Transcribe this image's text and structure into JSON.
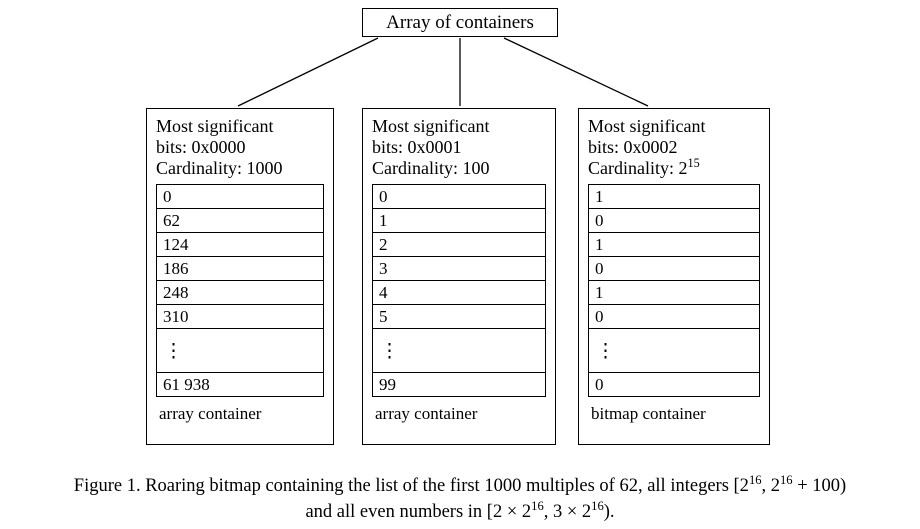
{
  "figure": {
    "root_label": "Array of containers",
    "caption_line1": "Figure 1. Roaring bitmap containing the list of the first 1000 multiples of 62, all integers [2",
    "caption_line1_sup1": "16",
    "caption_line1_mid": ", 2",
    "caption_line1_sup2": "16",
    "caption_line1_end": " + 100)",
    "caption_line2_start": "and all even numbers in [2 × 2",
    "caption_line2_sup1": "16",
    "caption_line2_mid": ", 3 × 2",
    "caption_line2_sup2": "16",
    "caption_line2_end": ")."
  },
  "containers": [
    {
      "msb_line1": "Most significant",
      "msb_line2": "bits: 0x0000",
      "cardinality_label": "Cardinality: 1000",
      "cardinality_value": "1000",
      "cardinality_sup": "",
      "cells": [
        "0",
        "62",
        "124",
        "186",
        "248",
        "310",
        "⋮",
        "61 938"
      ],
      "ellipsis_index": 6,
      "footer": "array container",
      "kind": "array"
    },
    {
      "msb_line1": "Most significant",
      "msb_line2": "bits: 0x0001",
      "cardinality_label": "Cardinality: 100",
      "cardinality_value": "100",
      "cardinality_sup": "",
      "cells": [
        "0",
        "1",
        "2",
        "3",
        "4",
        "5",
        "⋮",
        "99"
      ],
      "ellipsis_index": 6,
      "footer": "array container",
      "kind": "array"
    },
    {
      "msb_line1": "Most significant",
      "msb_line2": "bits: 0x0002",
      "cardinality_label": "Cardinality: 2",
      "cardinality_value": "2",
      "cardinality_sup": "15",
      "cells": [
        "1",
        "0",
        "1",
        "0",
        "1",
        "0",
        "⋮",
        "0"
      ],
      "ellipsis_index": 6,
      "footer": "bitmap container",
      "kind": "bitmap"
    }
  ],
  "colors": {
    "line": "#000000",
    "background": "#ffffff",
    "text": "#000000"
  }
}
